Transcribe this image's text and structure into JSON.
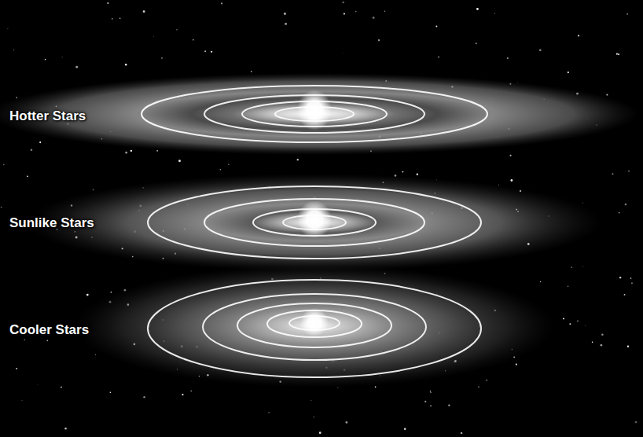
{
  "diagram": {
    "labels": [
      "Hotter Stars",
      "Sunlike Stars",
      "Cooler Stars"
    ]
  }
}
